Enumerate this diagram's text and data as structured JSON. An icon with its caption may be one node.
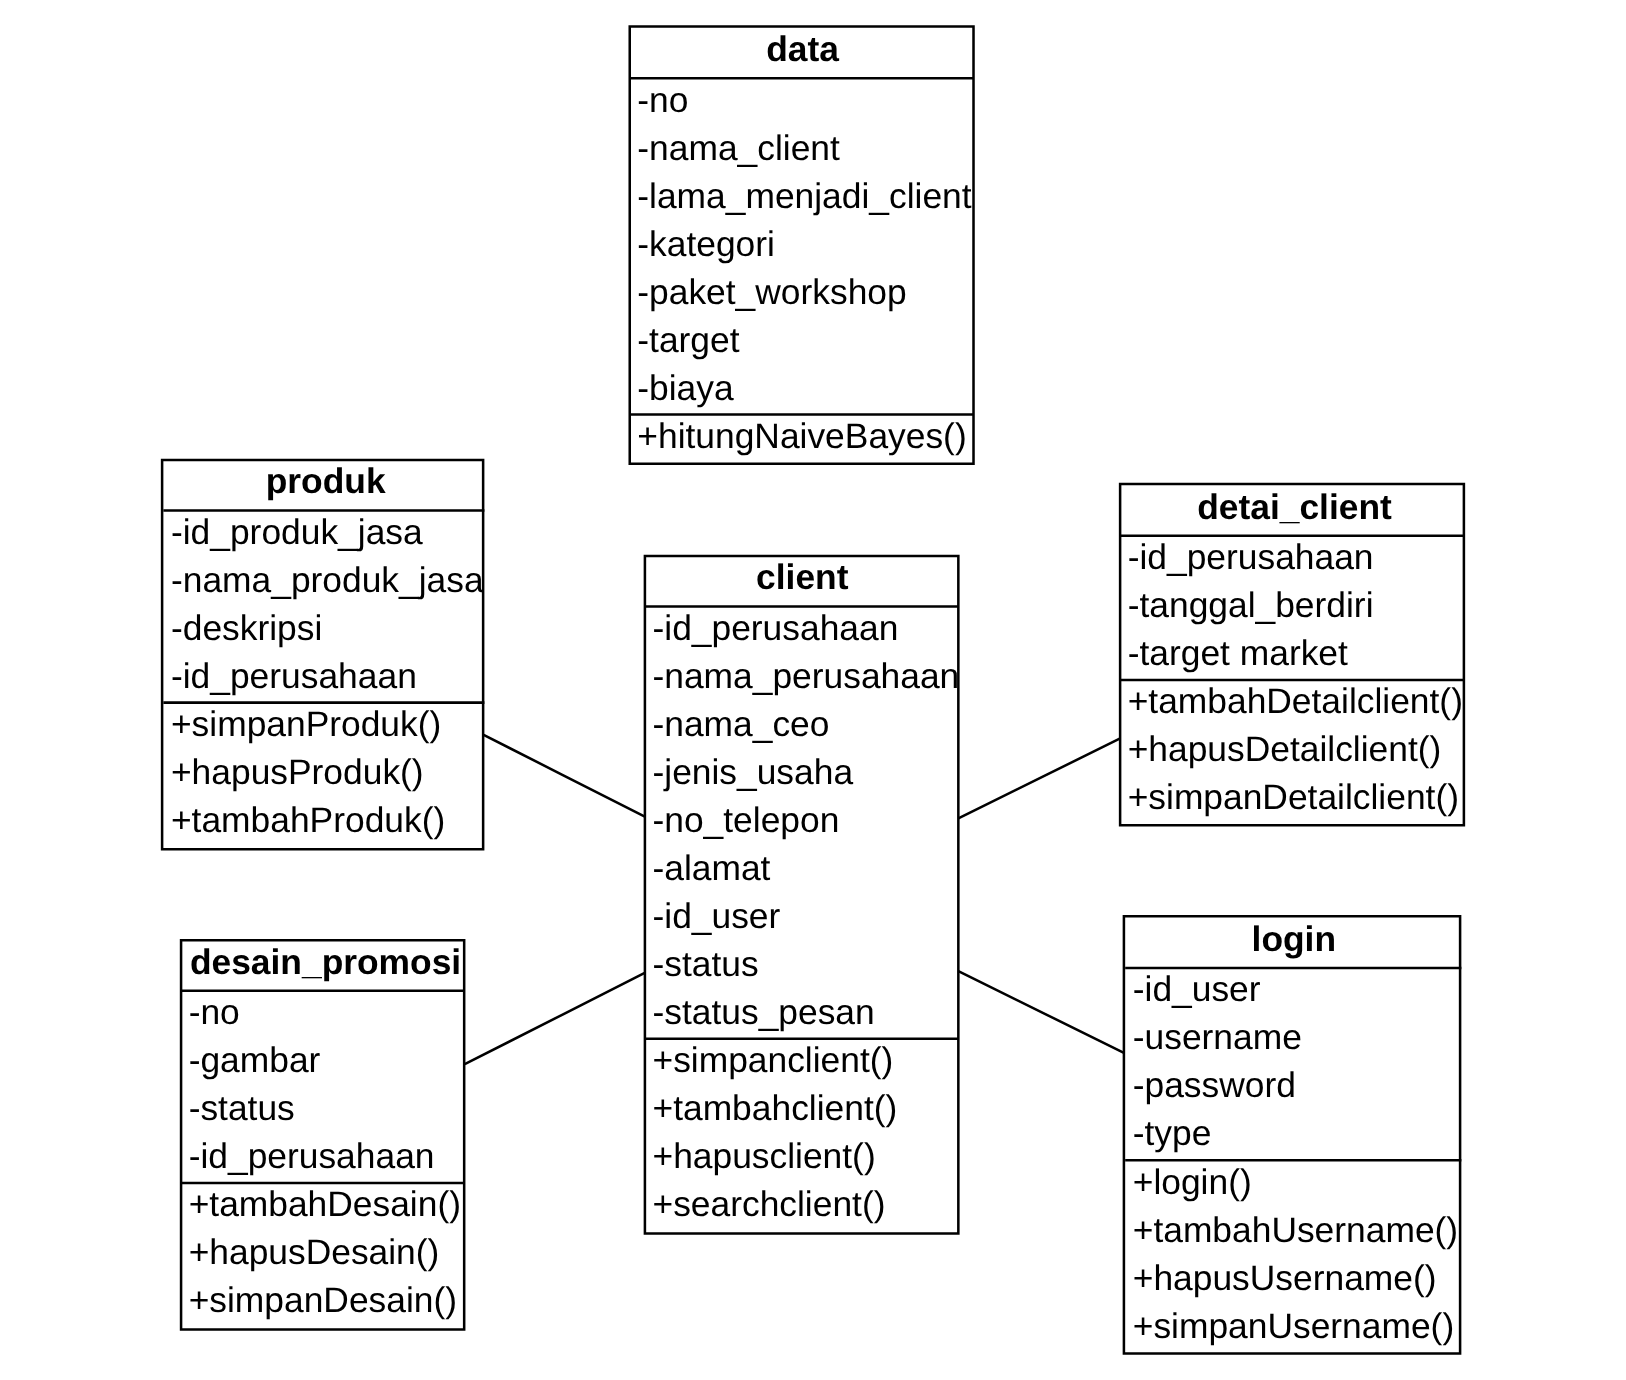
{
  "diagram": {
    "nodes": [
      {
        "text": [
          "produk",
          "-id_produk_jasa",
          "-nama_produk_jasa",
          "-deskripsi",
          "-id_perusahaan",
          "+simpanProduk()",
          "+hapusProduk()",
          "+tambahProduk()"
        ]
      },
      {
        "text": [
          "client",
          "-id_perusahaan",
          "-nama_perusahaan",
          "-nama_ceo",
          "-jenis_usaha",
          "-no_telepon",
          "-alamat",
          "-id_user",
          "-status",
          "-status_pesan",
          "+simpanclient()",
          "+tambahclient()",
          "+hapusclient()",
          "+searchclient()"
        ]
      },
      {
        "text": [
          "detai_client",
          "-id_perusahaan",
          "-tanggal_berdiri",
          "-target market",
          "+tambahDetailclient()",
          "+hapusDetailclient()",
          "+simpanDetailclient()"
        ]
      },
      {
        "text": [
          "desain_promosi",
          "-no",
          "-gambar",
          "-status",
          "-id_perusahaan",
          "+tambahDesain()",
          "+hapusDesain()",
          "+simpanDesain()"
        ]
      },
      {
        "text": [
          "login",
          "-id_user",
          "-username",
          "-password",
          "-type",
          "+login()",
          "+tambahUsername()",
          "+hapusUsername()",
          "+simpanUsername()"
        ]
      },
      {
        "text": [
          "data",
          "-no",
          "-nama_client",
          "-lama_menjadi_client",
          "-kategori",
          "-paket_workshop",
          "-target",
          "-biaya",
          "+hitungNaiveBayes()"
        ]
      }
    ],
    "edges": [
      {
        "from": 0,
        "to": 1,
        "arrow": "none"
      },
      {
        "from": 1,
        "to": 2,
        "arrow": "none"
      },
      {
        "from": 3,
        "to": 1,
        "arrow": "none"
      },
      {
        "from": 1,
        "to": 4,
        "arrow": "none"
      }
    ]
  }
}
